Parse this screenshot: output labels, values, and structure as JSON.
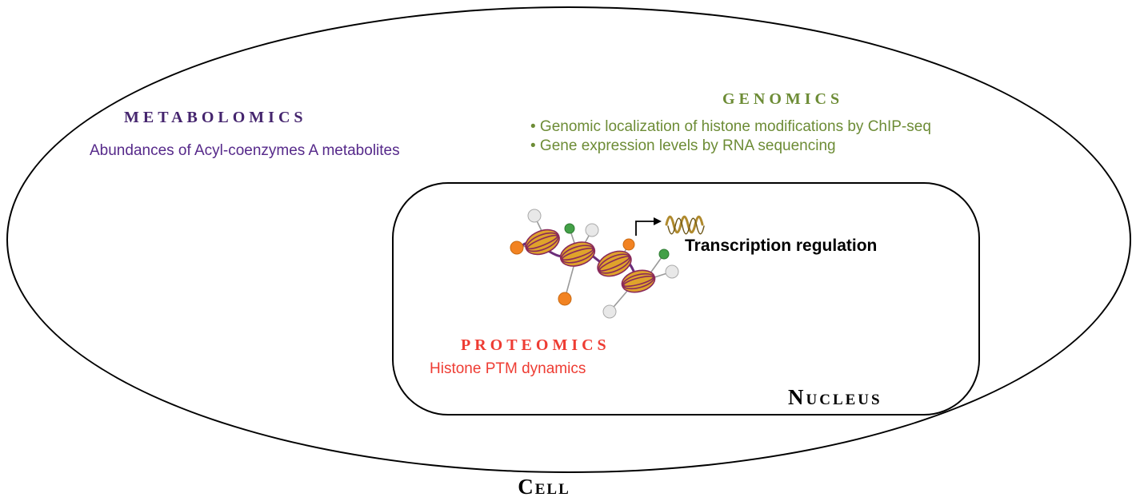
{
  "cell": {
    "label": "Cell"
  },
  "nucleus": {
    "label": "Nucleus"
  },
  "metabolomics": {
    "title": "METABOLOMICS",
    "subtitle": "Abundances of Acyl-coenzymes A metabolites",
    "color": "#45256e"
  },
  "genomics": {
    "title": "GENOMICS",
    "bullets": [
      "• Genomic localization of histone modifications by ChIP-seq",
      "• Gene expression levels by RNA sequencing"
    ],
    "color": "#6d8c36"
  },
  "proteomics": {
    "title": "PROTEOMICS",
    "subtitle": "Histone PTM dynamics",
    "color": "#ee3c33"
  },
  "transcription": {
    "label": "Transcription regulation"
  },
  "illustration": {
    "name": "chromatin nucleosomes with PTM marks and nascent RNA",
    "colors": {
      "histone": "#dfa32b",
      "dna_wrap": "#8a2a5a",
      "linker": "#6a2d7a",
      "mark_orange": "#f28322",
      "mark_green": "#43a047",
      "mark_white": "#e8e8e8",
      "rna": "#b08a2e",
      "arrow": "#000000"
    }
  }
}
